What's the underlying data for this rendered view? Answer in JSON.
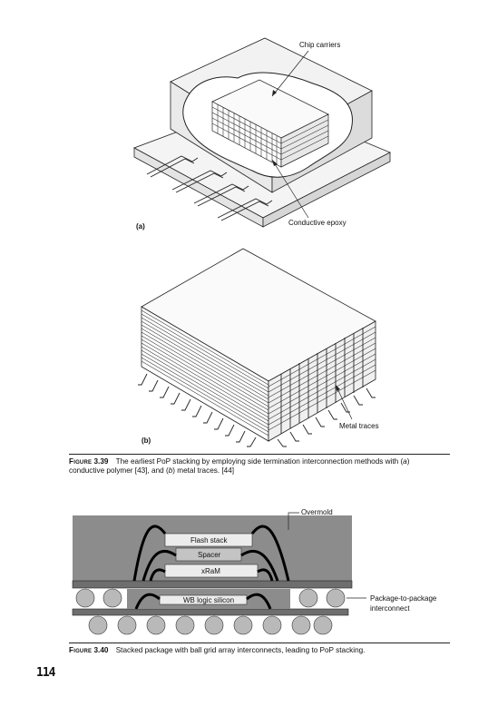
{
  "figure_a": {
    "panel_label": "(a)",
    "label_chip_carriers": "Chip carriers",
    "label_conductive_epoxy": "Conductive epoxy"
  },
  "figure_b": {
    "panel_label": "(b)",
    "label_metal_traces": "Metal traces"
  },
  "caption_339": {
    "figure_word": "Figure",
    "figure_number": "3.39",
    "text_part1": "The earliest PoP stacking by employing side termination interconnection methods with (",
    "a": "a",
    "text_part2": ") conductive polymer [43], and (",
    "b": "b",
    "text_part3": ") metal traces. [44]"
  },
  "figure_340": {
    "label_overmold": "Overmold",
    "label_flash_stack": "Flash stack",
    "label_spacer": "Spacer",
    "label_xram": "xRaM",
    "label_wb_logic": "WB logic silicon",
    "label_pkg_line1": "Package-to-package",
    "label_pkg_line2": "interconnect"
  },
  "caption_340": {
    "figure_word": "Figure",
    "figure_number": "3.40",
    "text": "Stacked package with ball grid array interconnects, leading to PoP stacking."
  },
  "page_number": "114",
  "colors": {
    "overmold": "#8c8c8c",
    "substrate": "#6e6e6e",
    "ball": "#b9b9b9",
    "die": "#ececec",
    "spacer": "#c4c4c4"
  }
}
